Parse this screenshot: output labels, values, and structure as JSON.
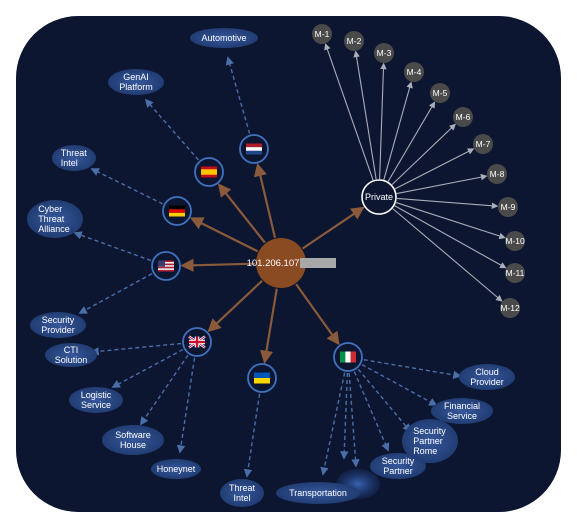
{
  "colors": {
    "background": "#0d1631",
    "page": "#ffffff",
    "center_node": "#8a4a22",
    "center_edge": "#8a5a3a",
    "private_edge": "#a9aeb9",
    "dashed_edge": "#4a6fa8",
    "leaf_fill": "#28467f",
    "flag_ring": "#3f72bf",
    "m_node": "#4a4a4a",
    "private_ring": "#ffffff",
    "highlight_bar": "#a8a8a8"
  },
  "center": {
    "label": "101.206.107"
  },
  "private_hub": {
    "label": "Private"
  },
  "private_nodes": [
    "M-1",
    "M-2",
    "M-3",
    "M-4",
    "M-5",
    "M-6",
    "M-7",
    "M-8",
    "M-9",
    "M-10",
    "M-11",
    "M-12"
  ],
  "flags": {
    "netherlands": {
      "icon": "netherlands-flag-icon"
    },
    "spain": {
      "icon": "spain-flag-icon"
    },
    "germany": {
      "icon": "germany-flag-icon"
    },
    "usa": {
      "icon": "usa-flag-icon"
    },
    "uk": {
      "icon": "uk-flag-icon"
    },
    "ukraine": {
      "icon": "ukraine-flag-icon"
    },
    "italy": {
      "icon": "italy-flag-icon"
    }
  },
  "leaves": {
    "automotive": [
      "Automotive"
    ],
    "genai": [
      "GenAI",
      "Platform"
    ],
    "threat_intel_es": [
      "Threat",
      "Intel"
    ],
    "cyber_threat_alliance": [
      "Cyber",
      "Threat",
      "Alliance"
    ],
    "security_provider": [
      "Security",
      "Provider"
    ],
    "cti_solution": [
      "CTI",
      "Solution"
    ],
    "logistic_service": [
      "Logistic",
      "Service"
    ],
    "software_house": [
      "Software",
      "House"
    ],
    "honeynet": [
      "Honeynet"
    ],
    "threat_intel_ua": [
      "Threat",
      "Intel"
    ],
    "transportation": [
      "Transportation"
    ],
    "security_partner": [
      "Security",
      "Partner"
    ],
    "security_partner_rome": [
      "Security",
      "Partner",
      "Rome"
    ],
    "financial_service": [
      "Financial",
      "Service"
    ],
    "cloud_provider": [
      "Cloud",
      "Provider"
    ]
  }
}
